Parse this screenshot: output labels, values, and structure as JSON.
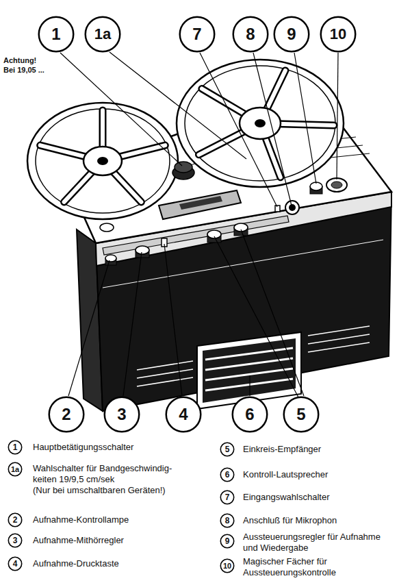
{
  "diagram": {
    "nodes": [
      {
        "text": [
          "1"
        ]
      },
      {
        "text": [
          "1a"
        ]
      },
      {
        "text": [
          "7"
        ]
      },
      {
        "text": [
          "8"
        ]
      },
      {
        "text": [
          "9"
        ]
      },
      {
        "text": [
          "10"
        ]
      },
      {
        "text": [
          "2"
        ]
      },
      {
        "text": [
          "3"
        ]
      },
      {
        "text": [
          "4"
        ]
      },
      {
        "text": [
          "6"
        ]
      },
      {
        "text": [
          "5"
        ]
      },
      {
        "text": [
          "1"
        ]
      },
      {
        "text": [
          "1a"
        ]
      },
      {
        "text": [
          "2"
        ]
      },
      {
        "text": [
          "3"
        ]
      },
      {
        "text": [
          "4"
        ]
      },
      {
        "text": [
          "5"
        ]
      },
      {
        "text": [
          "6"
        ]
      },
      {
        "text": [
          "7"
        ]
      },
      {
        "text": [
          "8"
        ]
      },
      {
        "text": [
          "9"
        ]
      },
      {
        "text": [
          "10"
        ]
      }
    ],
    "labels": [
      "Achtung!",
      "Bei 19,05 ...",
      "Hauptbetätigungsschalter",
      "Wahlschalter für Bandgeschwindig- keiten 19/9,5 cm/sek",
      "(Nur bei umschaltbaren Geräten!)",
      "Aufnahme-Kontrollampe",
      "Aufnahme-Mithörregler",
      "Aufnahme-Drucktaste",
      "Einkreis-Empfänger",
      "Kontroll-Lautsprecher",
      "Eingangswahlschalter",
      "Anschluß für Mikrophon",
      "Aussteuerungsregler für Aufnahme und Wiedergabe",
      "Magischer Fächer für Aussteuerungskontrolle"
    ]
  }
}
